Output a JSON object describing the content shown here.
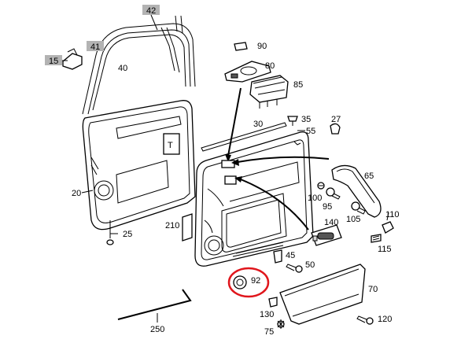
{
  "diagram": {
    "labels": {
      "l15": "15",
      "l20": "20",
      "l25": "25",
      "l27": "27",
      "l30": "30",
      "l35": "35",
      "l40": "40",
      "l41": "41",
      "l42": "42",
      "l45": "45",
      "l50": "50",
      "l55": "55",
      "l65": "65",
      "l70": "70",
      "l75": "75",
      "l80": "80",
      "l85": "85",
      "l90": "90",
      "l92": "92",
      "l95": "95",
      "l100": "100",
      "l105": "105",
      "l110": "110",
      "l115": "115",
      "l120": "120",
      "l130": "130",
      "l140": "140",
      "l210": "210",
      "l250": "250"
    },
    "panel_letter": "T",
    "highlight_color": "#e0161c",
    "box_label_fill": "#b3b3b3"
  }
}
